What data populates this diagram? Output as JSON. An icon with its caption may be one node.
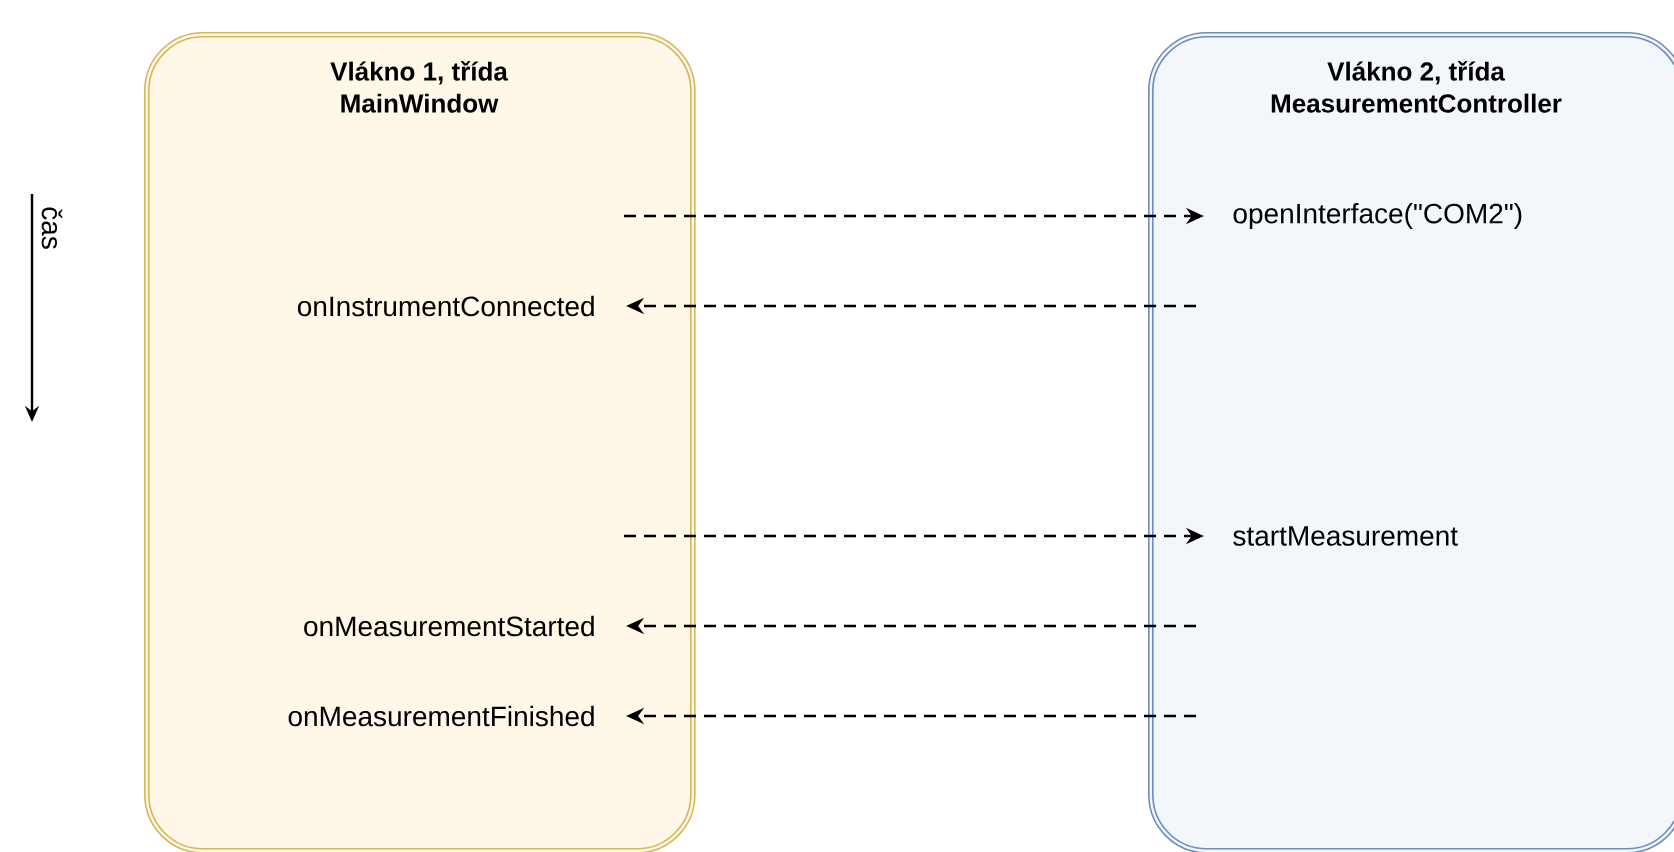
{
  "diagram": {
    "nodes": [
      {
        "text": [
          "Vlákno 1, třída MainWindow"
        ]
      },
      {
        "text": [
          "Vlákno 2, třída MeasurementController"
        ]
      },
      {
        "text": [
          "openInterface(\"COM2\")"
        ],
        "in": 1
      },
      {
        "text": [
          "onInstrumentConnected"
        ],
        "in": 0
      },
      {
        "text": [
          "startMeasurement"
        ],
        "in": 1
      },
      {
        "text": [
          "onMeasurementStarted"
        ],
        "in": 0
      },
      {
        "text": [
          "onMeasurementFinished"
        ],
        "in": 0
      }
    ],
    "edges": [
      {
        "from": null,
        "to": 2,
        "arrow": "to",
        "style": "dashed"
      },
      {
        "from": null,
        "to": 3,
        "arrow": "to",
        "style": "dashed"
      },
      {
        "from": null,
        "to": 4,
        "arrow": "to",
        "style": "dashed"
      },
      {
        "from": null,
        "to": 5,
        "arrow": "to",
        "style": "dashed"
      },
      {
        "from": null,
        "to": 6,
        "arrow": "to",
        "style": "dashed"
      }
    ],
    "labels": [
      "čas"
    ]
  }
}
